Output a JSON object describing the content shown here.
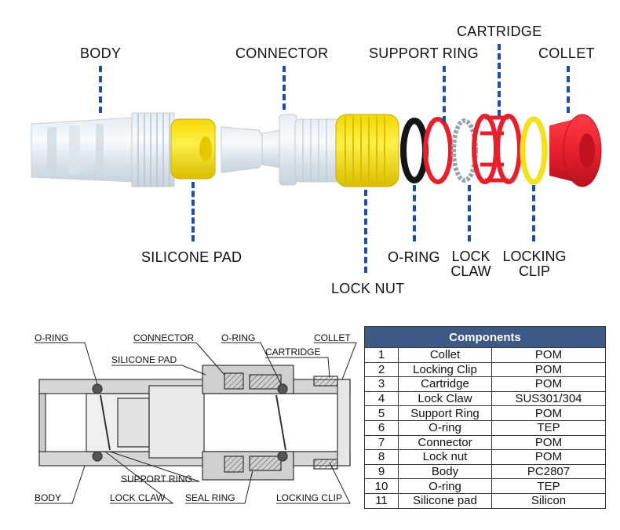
{
  "top_labels": {
    "body": "BODY",
    "connector": "CONNECTOR",
    "support_ring": "SUPPORT RING",
    "cartridge": "CARTRIDGE",
    "collet": "COLLET",
    "silicone_pad": "SILICONE PAD",
    "lock_nut": "LOCK NUT",
    "o_ring": "O-RING",
    "lock_claw_l1": "LOCK",
    "lock_claw_l2": "CLAW",
    "locking_clip_l1": "LOCKING",
    "locking_clip_l2": "CLIP"
  },
  "section_labels": {
    "o_ring_left": "O-RING",
    "connector": "CONNECTOR",
    "o_ring_right": "O-RING",
    "collet": "COLLET",
    "cartridge": "CARTRIDGE",
    "silicone_pad": "SILICONE PAD",
    "support_ring": "SUPPORT RING",
    "body": "BODY",
    "lock_claw": "LOCK CLAW",
    "seal_ring": "SEAL RING",
    "locking_clip": "LOCKING CLIP"
  },
  "colors": {
    "dash": "#1f4fa0",
    "table_header": "#3f5a86",
    "yellow": "#f5e020",
    "red": "#e8202e"
  },
  "table": {
    "title": "Components",
    "rows": [
      {
        "no": "1",
        "name": "Collet",
        "material": "POM"
      },
      {
        "no": "2",
        "name": "Locking Clip",
        "material": "POM"
      },
      {
        "no": "3",
        "name": "Cartridge",
        "material": "POM"
      },
      {
        "no": "4",
        "name": "Lock Claw",
        "material": "SUS301/304"
      },
      {
        "no": "5",
        "name": "Support Ring",
        "material": "POM"
      },
      {
        "no": "6",
        "name": "O-ring",
        "material": "TEP"
      },
      {
        "no": "7",
        "name": "Connector",
        "material": "POM"
      },
      {
        "no": "8",
        "name": "Lock nut",
        "material": "POM"
      },
      {
        "no": "9",
        "name": "Body",
        "material": "PC2807"
      },
      {
        "no": "10",
        "name": "O-ring",
        "material": "TEP"
      },
      {
        "no": "11",
        "name": "Silicone pad",
        "material": "Silicon"
      }
    ]
  }
}
